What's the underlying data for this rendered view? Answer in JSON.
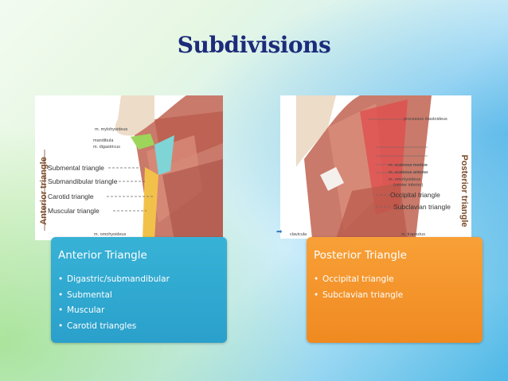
{
  "title": "Subdivisions",
  "anterior_figure": {
    "side_label": "Anterior triangle",
    "labels": [
      "Submental triangle",
      "Submandibular triangle",
      "Carotid triangle",
      "Muscular triangle"
    ],
    "small_labels": [
      "m. mylohyoideus",
      "mandibula",
      "m. digastricus",
      "m. omohyoideus"
    ]
  },
  "posterior_figure": {
    "side_label": "Posterior triangle",
    "labels": [
      "Occipital triangle",
      "Subclavian triangle"
    ],
    "small_labels": [
      "processus mastoideus",
      "m. scalenus medius",
      "m. scalenus anterior",
      "m. omohyoideus",
      "(venter inferior)",
      "m. trapezius",
      "clavicula"
    ]
  },
  "anterior_panel": {
    "title": "Anterior Triangle",
    "items": [
      "Digastric/submandibular",
      "Submental",
      "Muscular",
      "Carotid triangles"
    ]
  },
  "posterior_panel": {
    "title": "Posterior Triangle",
    "items": [
      "Occipital triangle",
      "Subclavian triangle"
    ]
  },
  "colors": {
    "title": "#1c2b7a",
    "anterior_panel": "#2aa0cb",
    "posterior_panel": "#f08a21"
  }
}
